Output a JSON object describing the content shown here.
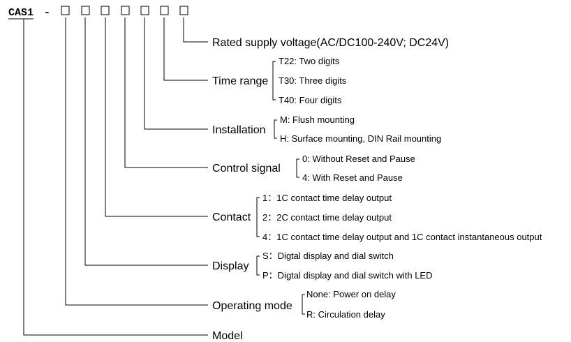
{
  "model_code": {
    "prefix": "CAS1",
    "separator": "-",
    "slots": 7
  },
  "categories": [
    {
      "id": "rated-supply-voltage",
      "label": "Rated supply voltage(AC/DC100-240V; DC24V)",
      "options": []
    },
    {
      "id": "time-range",
      "label": "Time range",
      "options": [
        "T22: Two digits",
        "T30: Three digits",
        "T40: Four digits"
      ]
    },
    {
      "id": "installation",
      "label": "Installation",
      "options": [
        "M: Flush mounting",
        "H: Surface mounting, DIN Rail mounting"
      ]
    },
    {
      "id": "control-signal",
      "label": "Control signal",
      "options": [
        "0: Without Reset and Pause",
        "4: With Reset and Pause"
      ]
    },
    {
      "id": "contact",
      "label": "Contact",
      "options": [
        "1：1C contact time delay output",
        "2：2C contact time delay output",
        "4：1C contact time delay output and 1C contact instantaneous output"
      ]
    },
    {
      "id": "display",
      "label": "Display",
      "options": [
        "S：Digtal display and dial switch",
        "P：Digtal display and dial switch with LED"
      ]
    },
    {
      "id": "operating-mode",
      "label": "Operating mode",
      "options": [
        "None: Power on delay",
        "R: Circulation delay"
      ]
    },
    {
      "id": "model",
      "label": "Model",
      "options": []
    }
  ]
}
